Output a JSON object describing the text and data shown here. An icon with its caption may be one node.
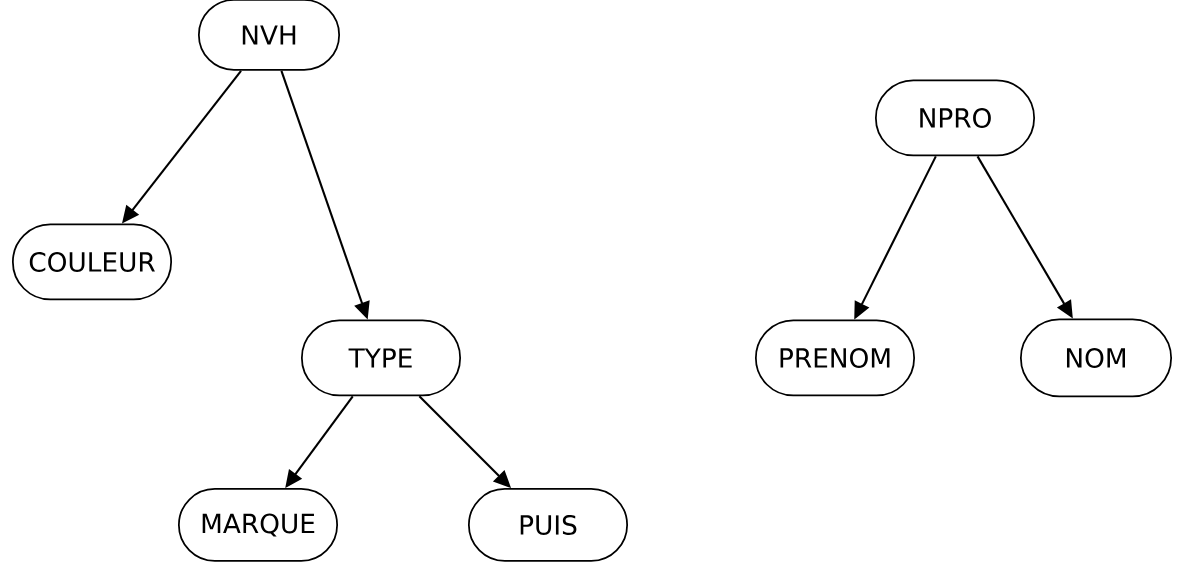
{
  "diagram": {
    "nodes": [
      {
        "text": [
          "NVH"
        ]
      },
      {
        "text": [
          "COULEUR"
        ]
      },
      {
        "text": [
          "TYPE"
        ]
      },
      {
        "text": [
          "MARQUE"
        ]
      },
      {
        "text": [
          "PUIS"
        ]
      },
      {
        "text": [
          "NPRO"
        ]
      },
      {
        "text": [
          "PRENOM"
        ]
      },
      {
        "text": [
          "NOM"
        ]
      }
    ],
    "edges": [
      {
        "from": 0,
        "to": 1,
        "arrow": "to"
      },
      {
        "from": 0,
        "to": 2,
        "arrow": "to"
      },
      {
        "from": 2,
        "to": 3,
        "arrow": "to"
      },
      {
        "from": 2,
        "to": 4,
        "arrow": "to"
      },
      {
        "from": 5,
        "to": 6,
        "arrow": "to"
      },
      {
        "from": 5,
        "to": 7,
        "arrow": "to"
      }
    ]
  }
}
